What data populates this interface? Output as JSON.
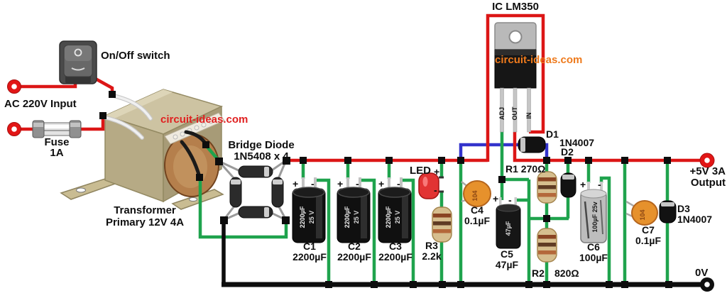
{
  "watermarks": {
    "left": "circuit-ideas.com",
    "right": "circuit-ideas.com"
  },
  "input": {
    "ac": "AC 220V Input",
    "switch": "On/Off switch",
    "fuse_name": "Fuse",
    "fuse_value": "1A"
  },
  "transformer": {
    "name": "Transformer",
    "spec": "Primary 12V 4A"
  },
  "bridge": {
    "name": "Bridge Diode",
    "spec": "1N5408 x 4"
  },
  "ic": {
    "label": "IC LM350",
    "pins": [
      "ADJ",
      "OUT",
      "IN"
    ]
  },
  "led": {
    "label": "LED"
  },
  "resistors": {
    "r1": "R1 270Ω",
    "r2_name": "R2",
    "r2_value": "820Ω",
    "r3_name": "R3",
    "r3_value": "2.2k"
  },
  "capacitors": {
    "c1": {
      "name": "C1",
      "value": "2200µF",
      "body_value": "2200µF",
      "body_volt": "25 V"
    },
    "c2": {
      "name": "C2",
      "value": "2200µF",
      "body_value": "2200µF",
      "body_volt": "25 V"
    },
    "c3": {
      "name": "C3",
      "value": "2200µF",
      "body_value": "2200µF",
      "body_volt": "25 V"
    },
    "c4": {
      "name": "C4",
      "value": "0.1µF",
      "body": "104"
    },
    "c5": {
      "name": "C5",
      "value": "47µF",
      "body": "47µF"
    },
    "c6": {
      "name": "C6",
      "value": "100µF",
      "body": "100µF 25v"
    },
    "c7": {
      "name": "C7",
      "value": "0.1µF",
      "body": "104"
    }
  },
  "diodes": {
    "d1_name": "D1",
    "d1_value": "1N4007",
    "d2_name": "D2",
    "d3_name": "D3",
    "d3_value": "1N4007"
  },
  "output": {
    "v": "+5V 3A",
    "label": "Output",
    "gnd": "0V"
  },
  "polarity": {
    "plus": "+",
    "minus": "-"
  },
  "colors": {
    "wire_positive_red": "#dc1616",
    "wire_ground_black": "#0d0d0d",
    "wire_green": "#1fa34d",
    "wire_adj_blue": "#3333cc",
    "watermark_red": "#e02020",
    "watermark_orange": "#ee7a1c"
  }
}
